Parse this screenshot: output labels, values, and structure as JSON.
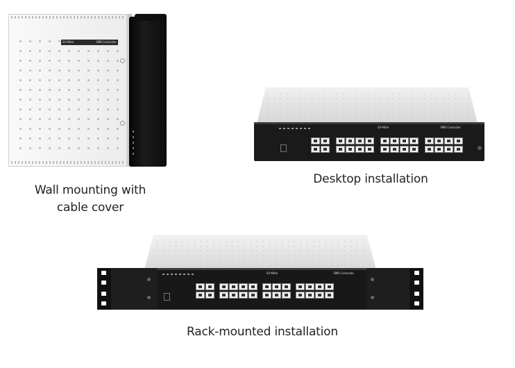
{
  "captions": {
    "wall_line1": "Wall mounting with",
    "wall_line2": "cable cover",
    "desktop": "Desktop installation",
    "rack": "Rack-mounted installation"
  },
  "device": {
    "brand": "SV-Mitel",
    "model": "SMB Controller"
  },
  "colors": {
    "chassis_front": "#1a1a1a",
    "chassis_top": "#dcdcdc",
    "wall_panel": "#f4f4f4",
    "cable_cover": "#141414"
  }
}
